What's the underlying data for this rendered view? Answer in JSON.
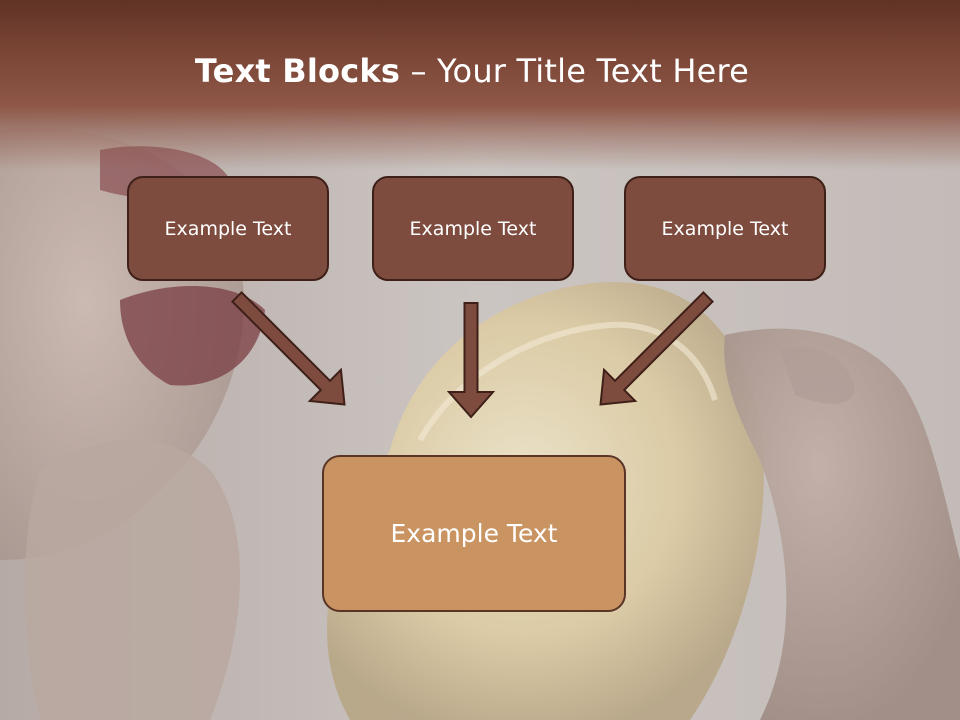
{
  "title": {
    "bold": "Text Blocks",
    "rest": " – Your Title Text Here"
  },
  "boxes": {
    "top": [
      "Example Text",
      "Example Text",
      "Example Text"
    ],
    "bottom": "Example Text"
  },
  "colors": {
    "header": "#7a4535",
    "top_box_fill": "#7d4c3f",
    "top_box_border": "#3f2019",
    "bottom_box_fill": "#c99462",
    "arrow_fill": "#7d4c3f",
    "arrow_stroke": "#3f2019"
  }
}
